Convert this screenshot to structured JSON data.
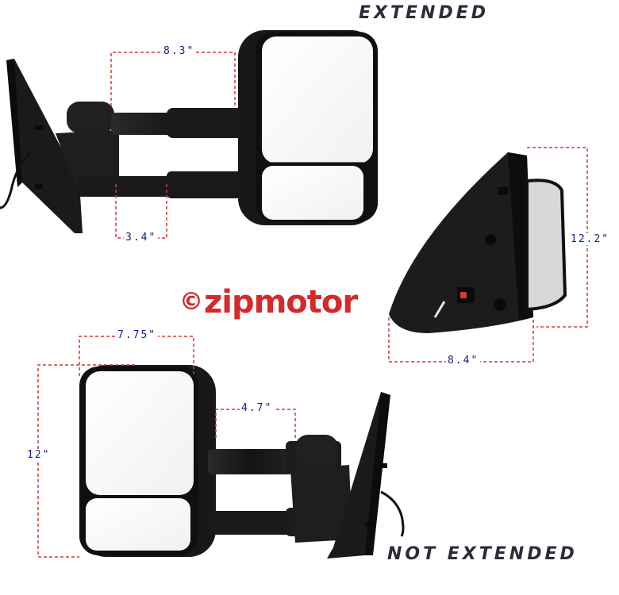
{
  "labels": {
    "extended": "EXTENDED",
    "not_extended": "NOT EXTENDED"
  },
  "dimensions": {
    "ext_top_width": "8.3\"",
    "ext_lower_arm": "3.4\"",
    "side_height": "12.2\"",
    "side_width": "8.4\"",
    "ne_width": "7.75\"",
    "ne_arm": "4.7\"",
    "ne_height": "12\""
  },
  "watermark": {
    "copyright_symbol": "©",
    "brand": "zipmotor"
  },
  "colors": {
    "dimension_line": "#d23a3a",
    "dimension_text": "#1a1a8a",
    "mirror_body": "#1c1c1e",
    "brand": "#d42a2a"
  }
}
